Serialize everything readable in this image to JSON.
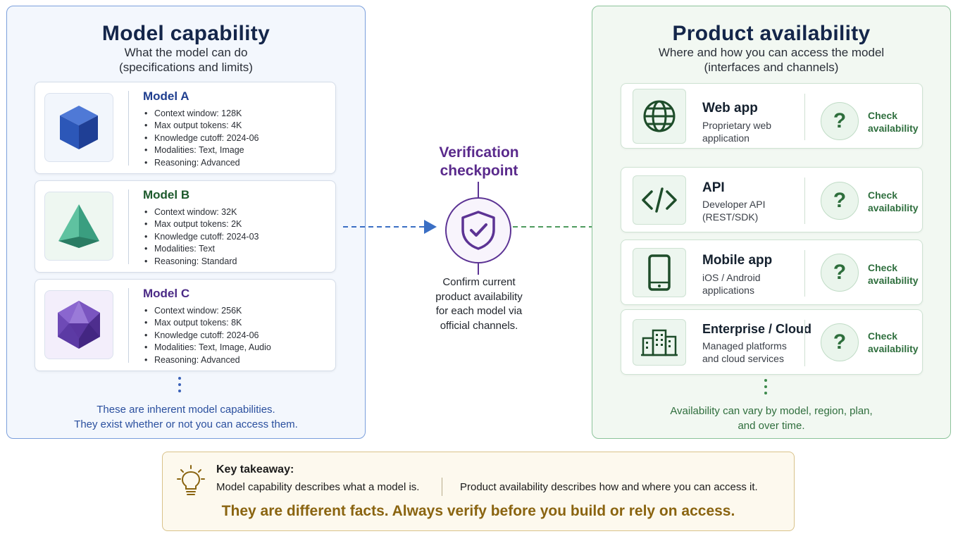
{
  "left_panel": {
    "title": "Model capability",
    "subtitle_line1": "What the model can do",
    "subtitle_line2": "(specifications and limits)",
    "note_line1": "These are inherent model capabilities.",
    "note_line2": "They exist whether or not you can access them.",
    "models": [
      {
        "name": "Model A",
        "color": "#1f3e8f",
        "icon": "cube-icon",
        "specs": [
          "Context window: 128K",
          "Max output tokens: 4K",
          "Knowledge cutoff: 2024-06",
          "Modalities: Text, Image",
          "Reasoning: Advanced"
        ]
      },
      {
        "name": "Model B",
        "color": "#1d5a2c",
        "icon": "pyramid-icon",
        "specs": [
          "Context window: 32K",
          "Max output tokens:  2K",
          "Knowledge cutoff: 2024-03",
          "Modalities: Text",
          "Reasoning: Standard"
        ]
      },
      {
        "name": "Model C",
        "color": "#4b2a86",
        "icon": "icosahedron-icon",
        "specs": [
          "Context window: 256K",
          "Max output tokens: 8K",
          "Knowledge cutoff: 2024-06",
          "Modalities: Text, Image, Audio",
          "Reasoning: Advanced"
        ]
      }
    ]
  },
  "checkpoint": {
    "title_line1": "Verification",
    "title_line2": "checkpoint",
    "icon": "shield-check-icon",
    "text_line1": "Confirm current",
    "text_line2": "product availability",
    "text_line3": "for each model via",
    "text_line4": "official channels."
  },
  "right_panel": {
    "title": "Product availability",
    "subtitle_line1": "Where and how you can access the model",
    "subtitle_line2": "(interfaces and channels)",
    "note_line1": "Availability can vary by model, region, plan,",
    "note_line2": "and over time.",
    "products": [
      {
        "name": "Web app",
        "desc_line1": "Proprietary web",
        "desc_line2": "application",
        "icon": "globe-icon",
        "status_mark": "?",
        "status_line1": "Check",
        "status_line2": "availability"
      },
      {
        "name": "API",
        "desc_line1": "Developer API",
        "desc_line2": "(REST/SDK)",
        "icon": "code-icon",
        "status_mark": "?",
        "status_line1": "Check",
        "status_line2": "availability"
      },
      {
        "name": "Mobile app",
        "desc_line1": "iOS / Android",
        "desc_line2": "applications",
        "icon": "smartphone-icon",
        "status_mark": "?",
        "status_line1": "Check",
        "status_line2": "availability"
      },
      {
        "name": "Enterprise / Cloud",
        "desc_line1": "Managed platforms",
        "desc_line2": "and cloud services",
        "icon": "building-icon",
        "status_mark": "?",
        "status_line1": "Check",
        "status_line2": "availability"
      }
    ]
  },
  "takeaway": {
    "icon": "lightbulb-icon",
    "heading": "Key takeaway:",
    "part1_term": "Model capability",
    "part1_rest": " describes what a model is.",
    "part2_term": "Product availability",
    "part2_rest": " describes how and where you can access it.",
    "verdict": "They are different facts. Always verify before you build or rely on access."
  },
  "colors": {
    "left_border": "#7b9fdc",
    "right_border": "#8cc39a",
    "left_arrow": "#3b6fc4",
    "right_arrow": "#4f9a5e",
    "checkpoint": "#5c3394",
    "takeaway_accent": "#8a6410"
  }
}
